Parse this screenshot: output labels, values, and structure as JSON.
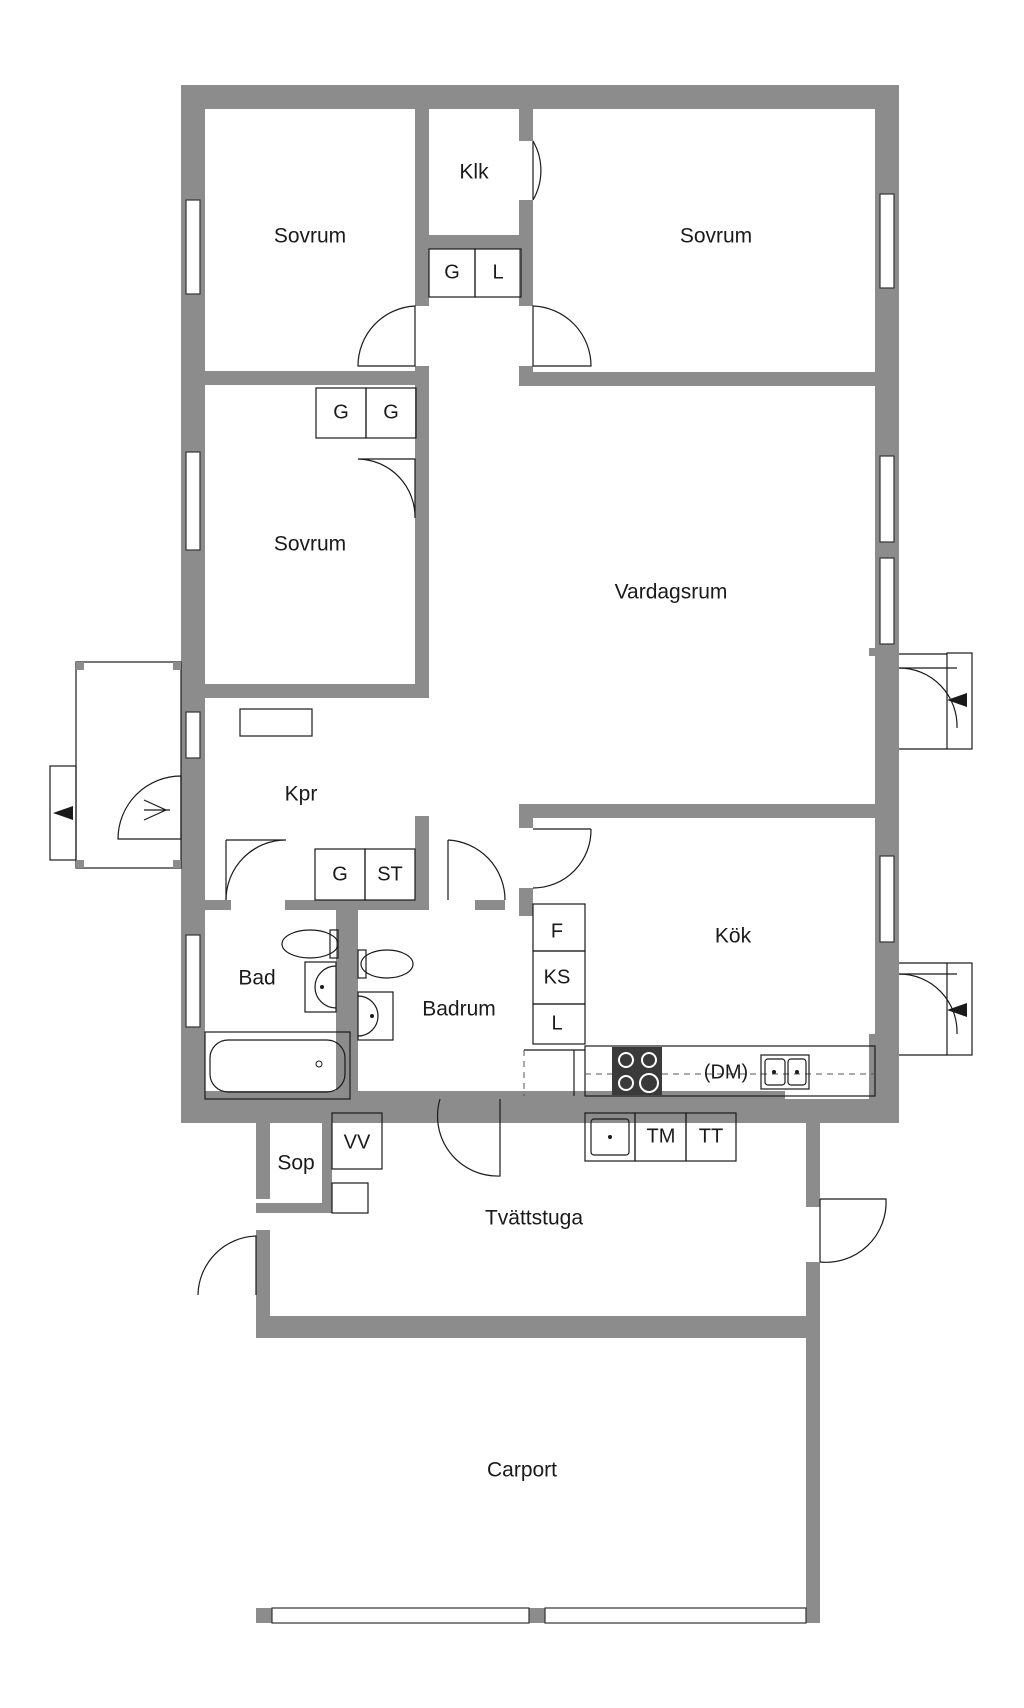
{
  "rooms": {
    "sovrum_1": "Sovrum",
    "klk": "Klk",
    "sovrum_2": "Sovrum",
    "sovrum_3": "Sovrum",
    "vardagsrum": "Vardagsrum",
    "kpr": "Kpr",
    "kok": "Kök",
    "bad": "Bad",
    "badrum": "Badrum",
    "sop": "Sop",
    "tvattstuga": "Tvättstuga",
    "carport": "Carport"
  },
  "fixtures": {
    "g1": "G",
    "l1": "L",
    "g2": "G",
    "g3": "G",
    "g4": "G",
    "st": "ST",
    "f": "F",
    "ks": "KS",
    "l2": "L",
    "dm": "(DM)",
    "vv": "VV",
    "tm": "TM",
    "tt": "TT"
  },
  "colors": {
    "wall": "#8c8c8c",
    "line": "#1a1a1a",
    "background": "#ffffff"
  }
}
